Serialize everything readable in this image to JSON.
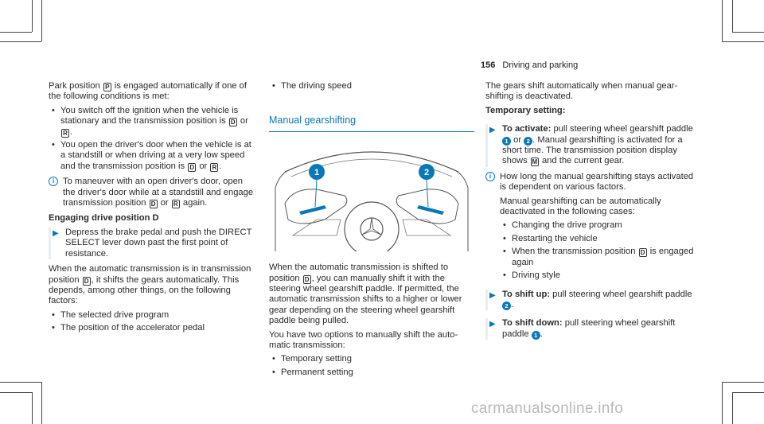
{
  "header": {
    "page_number": "156",
    "title": "Driving and parking"
  },
  "col1": {
    "intro_a": "Park position",
    "intro_b": "is engaged automatically if one of the following conditions is met:",
    "sym_p": "P",
    "sym_d": "D",
    "sym_r": "R",
    "b1_a": "You switch off the ignition when the vehicle is stationary and the transmission position is",
    "b1_or": "or",
    "b2_a": "You open the driver's door when the vehicle is at a standstill or when driving at a very low speed and the transmission position is",
    "b2_or": "or",
    "note_a": "To maneuver with an open driver's door, open the driver's door while at a standstill and engage transmission position",
    "note_or": "or",
    "note_end": "again.",
    "heading": "Engaging drive position D",
    "step": "Depress the brake pedal and push the DIRECT SELECT lever down past the first point of resistance.",
    "para_a": "When the automatic transmission is in transmis­sion position",
    "para_b": ", it shifts the gears automati­cally. This depends, among other things, on the following factors:",
    "f1": "The selected drive program",
    "f2": "The position of the accelerator pedal"
  },
  "col2": {
    "f3": "The driving speed",
    "section_title": "Manual gearshifting",
    "badge1": "1",
    "badge2": "2",
    "para_a": "When the automatic transmission is shifted to position",
    "para_b": ", you can manually shift it with the steering wheel gearshift paddle. If permitted, the automatic transmission shifts to a higher or lower gear depending on the steering wheel gearshift paddle being pulled.",
    "para2": "You have two options to manually shift the auto­matic transmission:",
    "o1": "Temporary setting",
    "o2": "Permanent setting"
  },
  "col3": {
    "para1": "The gears shift automatically when manual gear­shifting is deactivated.",
    "heading": "Temporary setting:",
    "s1_label": "To activate:",
    "s1_a": "pull steering wheel gearshift paddle",
    "s1_or": "or",
    "s1_b": ". Manual gearshifting is activated for a short time. The transmission position display shows",
    "s1_c": "and the current gear.",
    "sym_m": "M",
    "sym_d": "D",
    "note_a": "How long the manual gearshifting stays acti­vated is dependent on various factors.",
    "note_b": "Manual gearshifting can be automatically deactivated in the following cases:",
    "c1": "Changing the drive program",
    "c2": "Restarting the vehicle",
    "c3_a": "When the transmission position",
    "c3_b": "is engaged again",
    "c4": "Driving style",
    "s2_label": "To shift up:",
    "s2_text": "pull steering wheel gearshift paddle",
    "s3_label": "To shift down:",
    "s3_text": "pull steering wheel gearshift paddle",
    "b1": "1",
    "b2": "2"
  },
  "watermark": "carmanualsonline.info",
  "colors": {
    "accent": "#0a78b8",
    "text": "#2a2a2a"
  }
}
